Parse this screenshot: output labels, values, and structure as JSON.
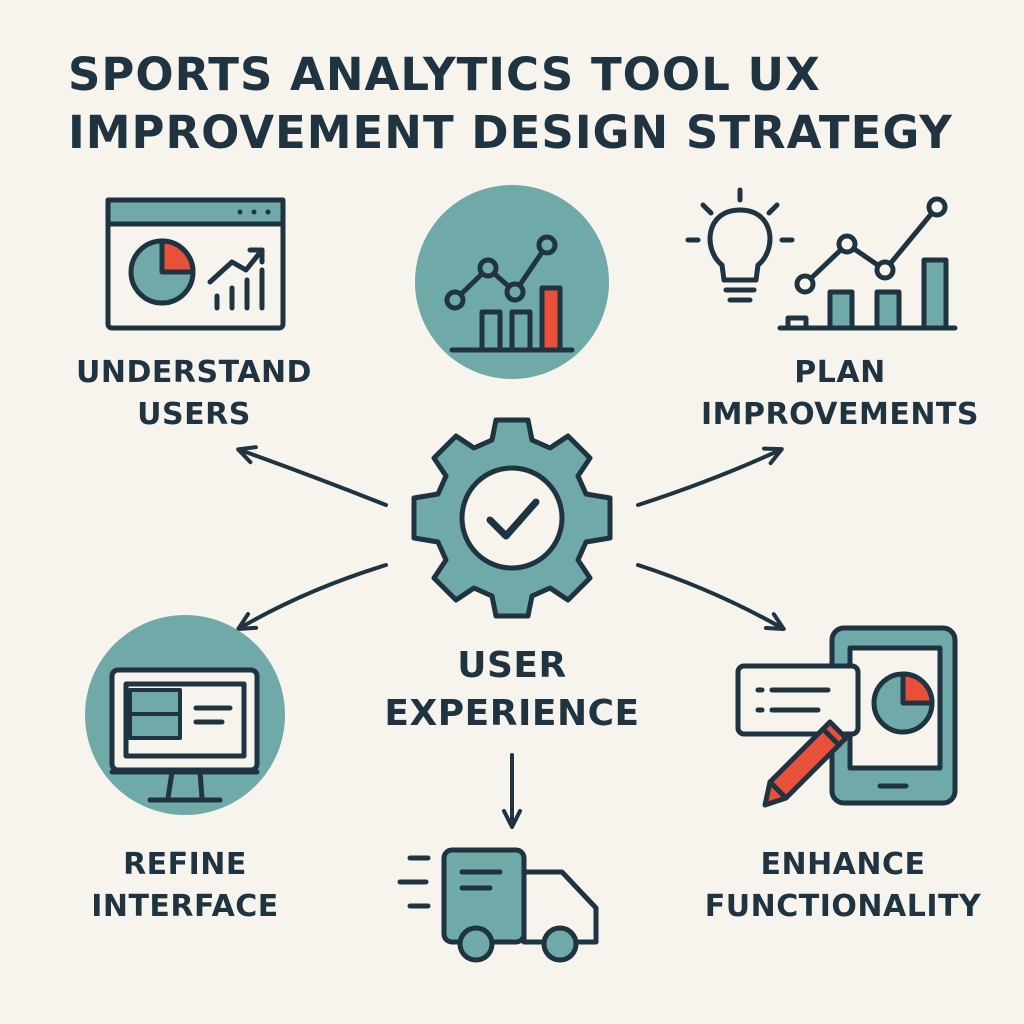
{
  "title": {
    "line1": "SPORTS ANALYTICS TOOL UX",
    "line2": "IMPROVEMENT DESIGN STRATEGY"
  },
  "center": {
    "line1": "USER",
    "line2": "EXPERIENCE",
    "icon": "gear-check-icon"
  },
  "nodes": {
    "understand_users": {
      "line1": "UNDERSTAND",
      "line2": "USERS",
      "icon": "dashboard-window-icon"
    },
    "plan_improvements": {
      "line1": "PLAN",
      "line2": "IMPROVEMENTS",
      "icon": "lightbulb-chart-icon"
    },
    "refine_interface": {
      "line1": "REFINE",
      "line2": "INTERFACE",
      "icon": "monitor-icon"
    },
    "enhance_functionality": {
      "line1": "ENHANCE",
      "line2": "FUNCTIONALITY",
      "icon": "tablet-pencil-icon"
    },
    "analytics": {
      "icon": "line-bar-chart-icon"
    },
    "delivery": {
      "icon": "delivery-truck-icon"
    }
  },
  "colors": {
    "background": "#f7f4ee",
    "ink": "#1f3440",
    "teal": "#6fa9a8",
    "accent": "#e8503a"
  }
}
